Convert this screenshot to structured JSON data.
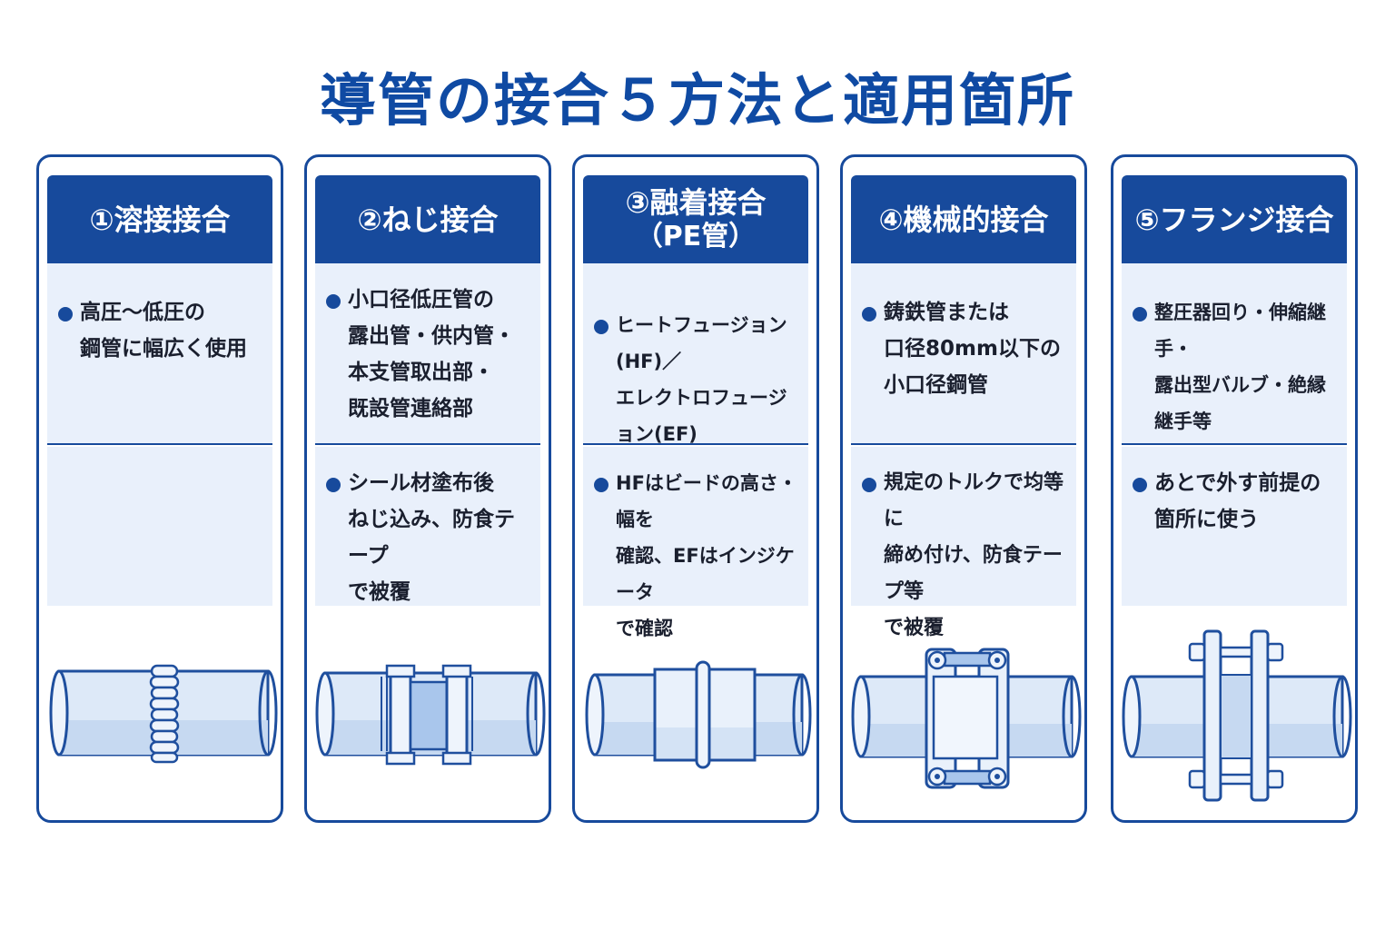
{
  "title": "導管の接合５方法と適用箇所",
  "cards": [
    {
      "heading": "①溶接接合",
      "heading_sub": "",
      "point1": "高圧〜低圧の\n鋼管に幅広く使用",
      "point2": "",
      "illustration": "welded-pipe-icon"
    },
    {
      "heading": "②ねじ接合",
      "heading_sub": "",
      "point1": "小口径低圧管の\n露出管・供内管・\n本支管取出部・\n既設管連絡部",
      "point2": "シール材塗布後\nねじ込み、防食テープ\nで被覆",
      "illustration": "threaded-coupling-icon"
    },
    {
      "heading": "③融着接合",
      "heading_sub": "（PE管）",
      "point1": "ヒートフュージョン(HF)／\nエレクトロフュージョン(EF)",
      "point2": "HFはビードの高さ・幅を\n確認、EFはインジケータ\nで確認",
      "illustration": "fusion-sleeve-icon"
    },
    {
      "heading": "④機械的接合",
      "heading_sub": "",
      "point1": "鋳鉄管または\n口径80mm以下の\n小口径鋼管",
      "point2": "規定のトルクで均等に\n締め付け、防食テープ等\nで被覆",
      "illustration": "mechanical-coupling-icon"
    },
    {
      "heading": "⑤フランジ接合",
      "heading_sub": "",
      "point1": "整圧器回り・伸縮継手・\n露出型バルブ・絶縁継手等\nの露出管",
      "point2": "あとで外す前提の\n箇所に使う",
      "illustration": "flange-joint-icon"
    }
  ],
  "colors": {
    "primary": "#174a9c",
    "title": "#0f4aa3",
    "panel": "#e9f0fb",
    "pipe_fill": "#dde9f8",
    "pipe_stroke": "#1f4f9e"
  }
}
